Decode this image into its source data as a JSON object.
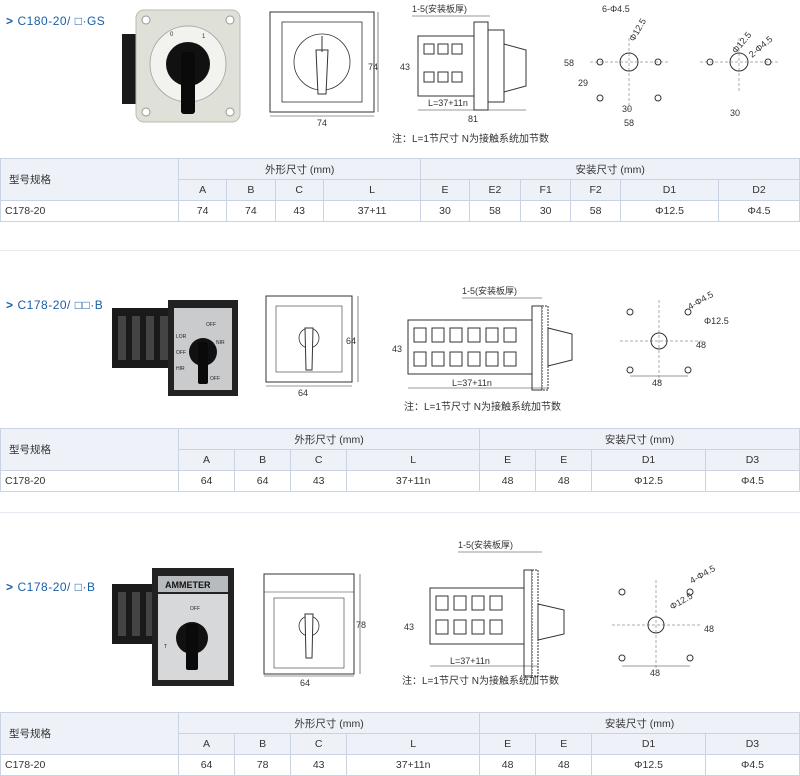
{
  "sections": [
    {
      "title": "C180-20/ □·GS",
      "drawing": {
        "front_w": "74",
        "front_h": "74",
        "side_top": "1-5(安装板厚)",
        "side_h": "43",
        "side_l": "L=37+11n",
        "side_total": "81",
        "hole_top": "6-Φ4.5",
        "hole_d": "Φ12.5",
        "hole_h1": "58",
        "hole_h2": "29",
        "hole_w1": "30",
        "hole_w2": "58",
        "hole2_d1": "Φ12.5",
        "hole2_d2": "2-Φ4.5",
        "hole2_w": "30"
      },
      "note": "注：L=1节尺寸   N为接触系统加节数",
      "table": {
        "model_header": "型号规格",
        "group1": "外形尺寸 (mm)",
        "group2": "安装尺寸 (mm)",
        "cols1": [
          "A",
          "B",
          "C",
          "L"
        ],
        "cols2": [
          "E",
          "E2",
          "F1",
          "F2",
          "D1",
          "D2"
        ],
        "row": [
          "C178-20",
          "74",
          "74",
          "43",
          "37+11",
          "30",
          "58",
          "30",
          "58",
          "Φ12.5",
          "Φ4.5"
        ]
      }
    },
    {
      "title": "C178-20/ □□·B",
      "drawing": {
        "front_w": "64",
        "front_h": "64",
        "side_top": "1-5(安装板厚)",
        "side_h": "43",
        "side_l": "L=37+11n",
        "hole_top": "4-Φ4.5",
        "hole_d": "Φ12.5",
        "hole_h": "48",
        "hole_w": "48"
      },
      "dial": {
        "labels": [
          "LOR",
          "OFF",
          "HIR",
          "OFF",
          "OFF",
          "NIR"
        ]
      },
      "note": "注：L=1节尺寸   N为接触系统加节数",
      "table": {
        "model_header": "型号规格",
        "group1": "外形尺寸 (mm)",
        "group2": "安装尺寸 (mm)",
        "cols1": [
          "A",
          "B",
          "C",
          "L"
        ],
        "cols2": [
          "E",
          "E",
          "D1",
          "D3"
        ],
        "row": [
          "C178-20",
          "64",
          "64",
          "43",
          "37+11n",
          "48",
          "48",
          "Φ12.5",
          "Φ4.5"
        ]
      }
    },
    {
      "title": "C178-20/ □·B",
      "drawing": {
        "front_w": "64",
        "front_h": "78",
        "side_top": "1-5(安装板厚)",
        "side_h": "43",
        "side_l": "L=37+11n",
        "hole_top": "4-Φ4.5",
        "hole_d": "Φ12.5",
        "hole_h": "48",
        "hole_w": "48"
      },
      "dial": {
        "plate": "AMMETER",
        "labels": [
          "OFF",
          "T"
        ]
      },
      "note": "注：L=1节尺寸   N为接触系统加节数",
      "table": {
        "model_header": "型号规格",
        "group1": "外形尺寸 (mm)",
        "group2": "安装尺寸 (mm)",
        "cols1": [
          "A",
          "B",
          "C",
          "L"
        ],
        "cols2": [
          "E",
          "E",
          "D1",
          "D3"
        ],
        "row": [
          "C178-20",
          "64",
          "78",
          "43",
          "37+11n",
          "48",
          "48",
          "Φ12.5",
          "Φ4.5"
        ]
      }
    }
  ]
}
